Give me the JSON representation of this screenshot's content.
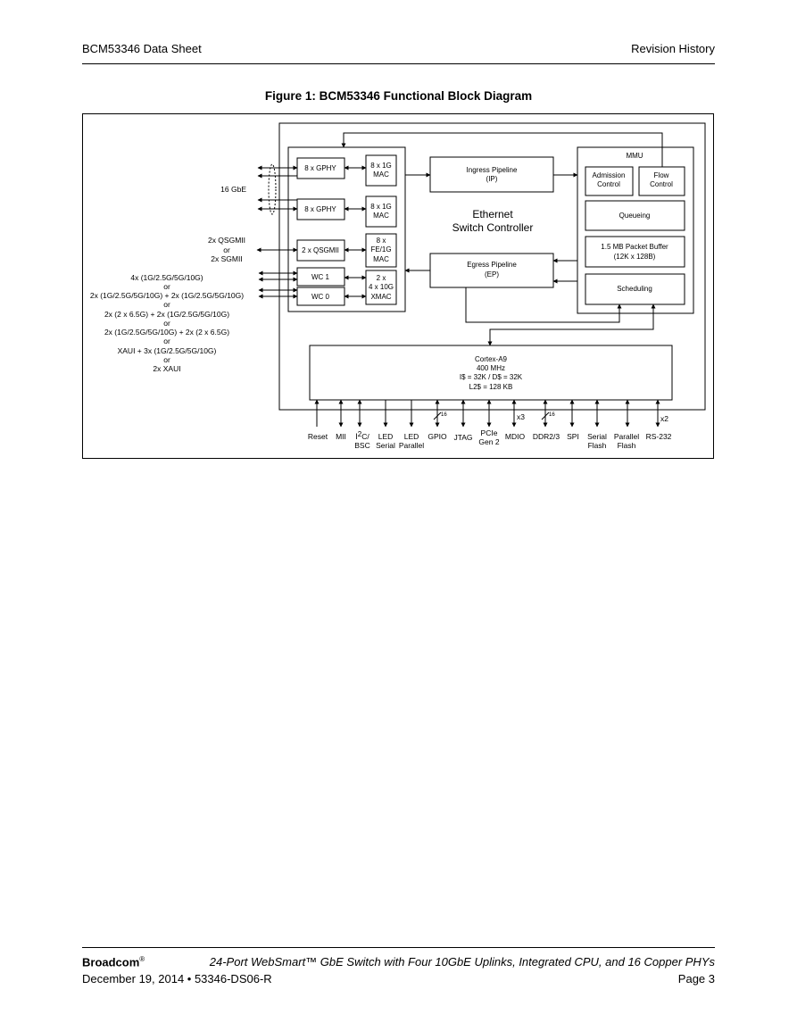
{
  "header": {
    "doc_title": "BCM53346 Data Sheet",
    "section": "Revision History"
  },
  "figure": {
    "title": "Figure 1:  BCM53346 Functional Block Diagram"
  },
  "diagram": {
    "left_labels": {
      "gbe16": "16 GbE",
      "qsgmii1": "2x QSGMII",
      "qsgmii_or": "or",
      "qsgmii2": "2x SGMII",
      "modes": [
        "4x (1G/2.5G/5G/10G)",
        "or",
        "2x (1G/2.5G/5G/10G) + 2x (1G/2.5G/5G/10G)",
        "or",
        "2x (2 x 6.5G) + 2x (1G/2.5G/5G/10G)",
        "or",
        "2x (1G/2.5G/5G/10G) + 2x (2 x 6.5G)",
        "or",
        "XAUI + 3x (1G/2.5G/5G/10G)",
        "or",
        "2x XAUI"
      ]
    },
    "blocks": {
      "gphy1": "8 x GPHY",
      "gphy2": "8 x GPHY",
      "qsgmii": "2 x QSGMII",
      "wc1": "WC 1",
      "wc0": "WC 0",
      "mac1": [
        "8 x 1G",
        "MAC"
      ],
      "mac2": [
        "8 x 1G",
        "MAC"
      ],
      "mac3": [
        "8 x",
        "FE/1G",
        "MAC"
      ],
      "xmac": [
        "2 x",
        "4 x 10G",
        "XMAC"
      ],
      "ingress": [
        "Ingress Pipeline",
        "(IP)"
      ],
      "egress": [
        "Egress Pipeline",
        "(EP)"
      ],
      "esc": [
        "Ethernet",
        "Switch Controller"
      ],
      "mmu": "MMU",
      "admission": [
        "Admission",
        "Control"
      ],
      "flow": [
        "Flow",
        "Control"
      ],
      "queueing": "Queueing",
      "packet_buffer": [
        "1.5 MB Packet Buffer",
        "(12K x 128B)"
      ],
      "scheduling": "Scheduling",
      "cpu": [
        "Cortex-A9",
        "400 MHz",
        "I$ = 32K / D$ = 32K",
        "L2$ = 128 KB"
      ]
    },
    "interfaces": {
      "reset": "Reset",
      "mii": "MII",
      "i2c_a": "I",
      "i2c_sup": "2",
      "i2c_b": "C/",
      "i2c_c": "BSC",
      "led_serial": [
        "LED",
        "Serial"
      ],
      "led_parallel": [
        "LED",
        "Parallel"
      ],
      "gpio": "GPIO",
      "gpio_width": "16",
      "jtag": "JTAG",
      "pcie": [
        "PCIe",
        "Gen 2"
      ],
      "mdio": "MDIO",
      "mdio_mult": "x3",
      "ddr": "DDR2/3",
      "ddr_width": "16",
      "spi": "SPI",
      "serial_flash": [
        "Serial",
        "Flash"
      ],
      "parallel_flash": [
        "Parallel",
        "Flash"
      ],
      "rs232": "RS-232",
      "rs232_mult": "x2"
    }
  },
  "footer": {
    "brand": "Broadcom",
    "brand_mark": "®",
    "description": "24-Port WebSmart™ GbE Switch with Four 10GbE Uplinks, Integrated CPU, and 16 Copper PHYs",
    "date_doc": "December 19, 2014  •  53346-DS06-R",
    "page": "Page 3"
  }
}
